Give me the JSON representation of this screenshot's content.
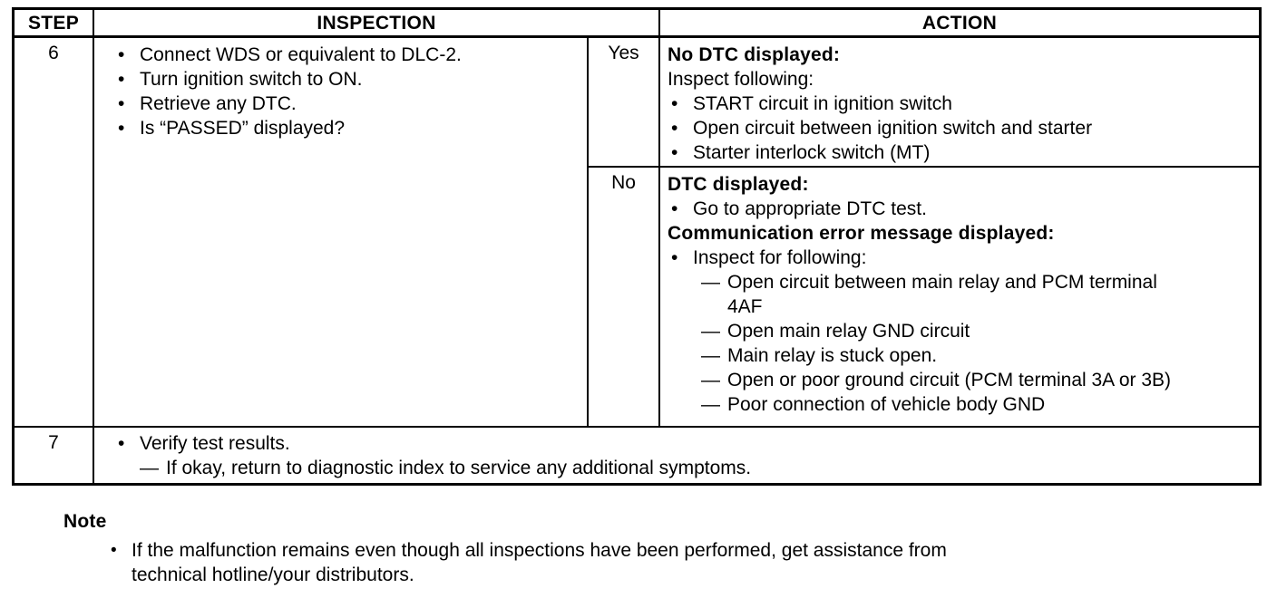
{
  "colors": {
    "ink": "#000000",
    "paper": "#ffffff",
    "border": "#000000"
  },
  "glyphs": {
    "bullet": "•",
    "dash": "—"
  },
  "table": {
    "headers": {
      "step": "STEP",
      "inspection": "INSPECTION",
      "action": "ACTION"
    },
    "step6": {
      "number": "6",
      "inspection": [
        {
          "type": "bullet",
          "text": "Connect WDS or equivalent to DLC-2."
        },
        {
          "type": "bullet",
          "text": "Turn ignition switch to ON."
        },
        {
          "type": "bullet",
          "text": "Retrieve any DTC."
        },
        {
          "type": "bullet",
          "text": "Is “PASSED” displayed?"
        }
      ],
      "yes_label": "Yes",
      "yes_action": [
        {
          "type": "bold",
          "text": "No DTC displayed:"
        },
        {
          "type": "plain",
          "text": "Inspect following:"
        },
        {
          "type": "bullet",
          "text": "START circuit in ignition switch"
        },
        {
          "type": "bullet",
          "text": "Open circuit between ignition switch and starter"
        },
        {
          "type": "bullet",
          "text": "Starter interlock switch (MT)"
        }
      ],
      "no_label": "No",
      "no_action": [
        {
          "type": "bold",
          "text": "DTC displayed:"
        },
        {
          "type": "bullet",
          "text": "Go to appropriate DTC test."
        },
        {
          "type": "bold",
          "text": "Communication error message displayed:"
        },
        {
          "type": "bullet",
          "text": "Inspect for following:"
        },
        {
          "type": "dash",
          "text": "Open circuit between main relay and PCM terminal"
        },
        {
          "type": "cont",
          "text": "4AF"
        },
        {
          "type": "dash",
          "text": "Open main relay GND circuit"
        },
        {
          "type": "dash",
          "text": "Main relay is stuck open."
        },
        {
          "type": "dash",
          "text": "Open or poor ground circuit (PCM terminal 3A or 3B)"
        },
        {
          "type": "dash",
          "text": "Poor connection of vehicle body GND"
        }
      ]
    },
    "step7": {
      "number": "7",
      "content": [
        {
          "type": "bullet",
          "text": "Verify test results."
        },
        {
          "type": "dash",
          "text": "If okay, return to diagnostic index to service any additional symptoms."
        }
      ]
    }
  },
  "note": {
    "title": "Note",
    "items": [
      {
        "type": "bullet",
        "text": "If the malfunction remains even though all inspections have been performed, get assistance from"
      },
      {
        "type": "cont",
        "text": "technical hotline/your distributors."
      }
    ]
  }
}
